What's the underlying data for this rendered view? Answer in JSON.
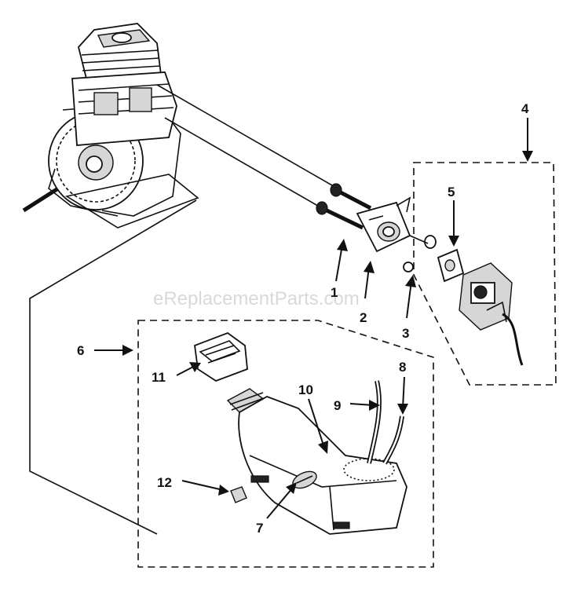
{
  "callouts": [
    {
      "id": "label-1",
      "text": "1"
    },
    {
      "id": "label-2",
      "text": "2"
    },
    {
      "id": "label-3",
      "text": "3"
    },
    {
      "id": "label-4",
      "text": "4"
    },
    {
      "id": "label-5",
      "text": "5"
    },
    {
      "id": "label-6",
      "text": "6"
    },
    {
      "id": "label-7",
      "text": "7"
    },
    {
      "id": "label-8",
      "text": "8"
    },
    {
      "id": "label-9",
      "text": "9"
    },
    {
      "id": "label-10",
      "text": "10"
    },
    {
      "id": "label-11",
      "text": "11"
    },
    {
      "id": "label-12",
      "text": "12"
    }
  ],
  "watermark": "eReplacementParts.com",
  "colors": {
    "ink": "#111111",
    "watermark": "#d9d9d9",
    "background": "#ffffff"
  }
}
